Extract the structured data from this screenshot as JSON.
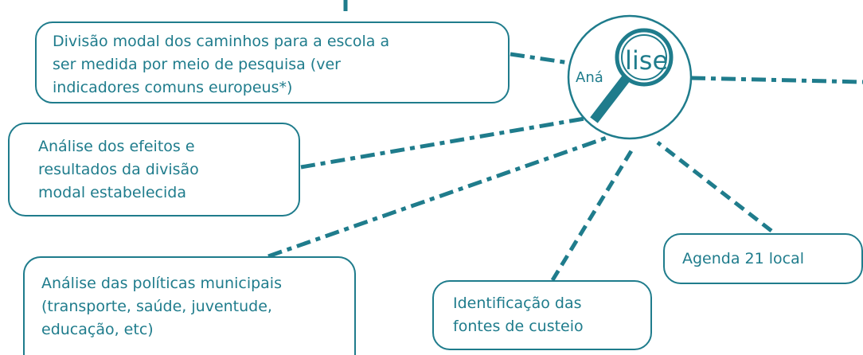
{
  "colors": {
    "teal": "#1f7c8c",
    "background": "#ffffff"
  },
  "center": {
    "label_part1": "Aná",
    "label_part2": "lise",
    "icon": "magnifier-icon"
  },
  "boxes": {
    "divisao": {
      "lines": [
        "Divisão modal dos caminhos para a escola a",
        "ser medida por meio de pesquisa (ver",
        "indicadores comuns europeus*)"
      ]
    },
    "efeitos": {
      "lines": [
        "Análise dos efeitos e",
        "resultados da divisão",
        "modal estabelecida"
      ]
    },
    "politicas": {
      "lines": [
        "Análise das políticas municipais",
        "(transporte, saúde, juventude,",
        "educação, etc)"
      ]
    },
    "fontes": {
      "lines": [
        "Identificação das",
        "fontes de custeio"
      ]
    },
    "agenda": {
      "lines": [
        "Agenda 21 local"
      ]
    }
  }
}
